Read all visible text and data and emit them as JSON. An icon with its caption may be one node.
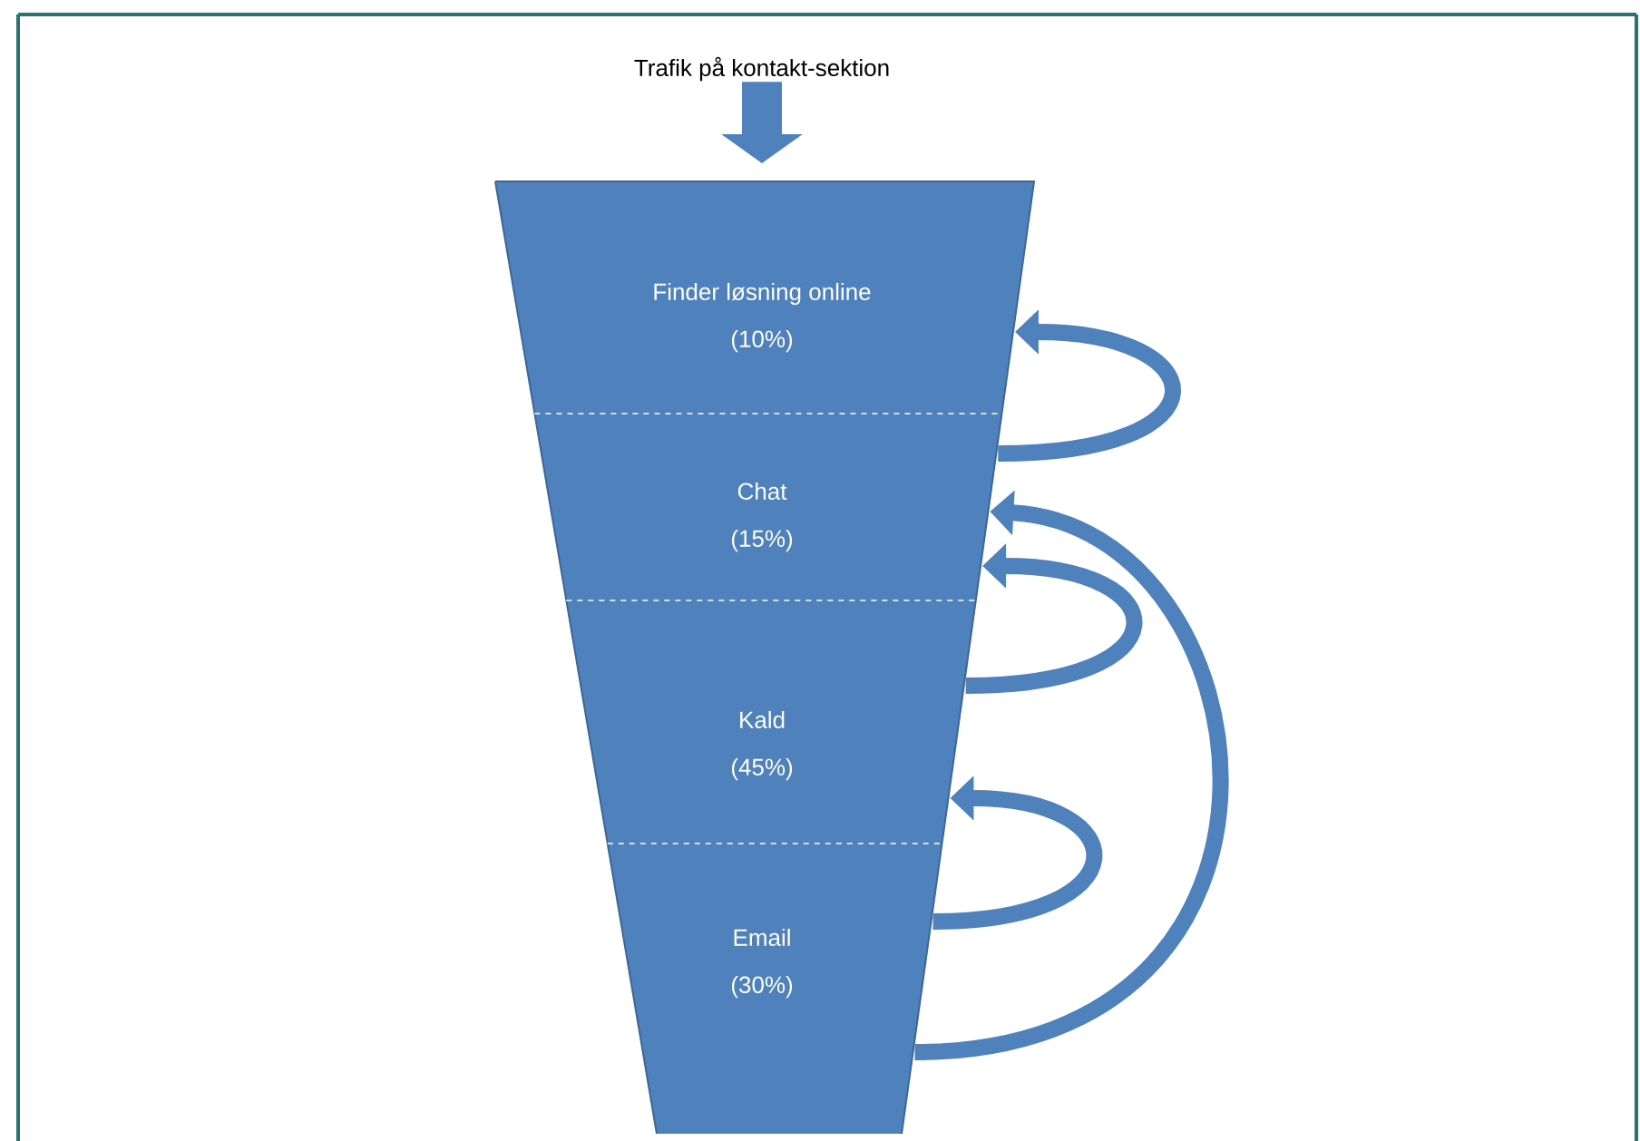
{
  "diagram": {
    "nodes": [
      {
        "text": [
          "Trafik på kontakt-sektion"
        ]
      },
      {
        "text": [
          "Finder løsning online",
          "(10%)"
        ]
      },
      {
        "text": [
          "Chat",
          "(15%)"
        ]
      },
      {
        "text": [
          "Kald",
          "(45%)"
        ]
      },
      {
        "text": [
          "Email",
          "(30%)"
        ]
      }
    ],
    "edges": [
      {
        "from": 0,
        "to": 1,
        "arrow": "to",
        "style": "thick"
      },
      {
        "from": 2,
        "to": 1,
        "arrow": "to"
      },
      {
        "from": 3,
        "to": 2,
        "arrow": "to"
      },
      {
        "from": 4,
        "to": 3,
        "arrow": "to"
      },
      {
        "from": 4,
        "to": 2,
        "arrow": "to"
      }
    ]
  }
}
